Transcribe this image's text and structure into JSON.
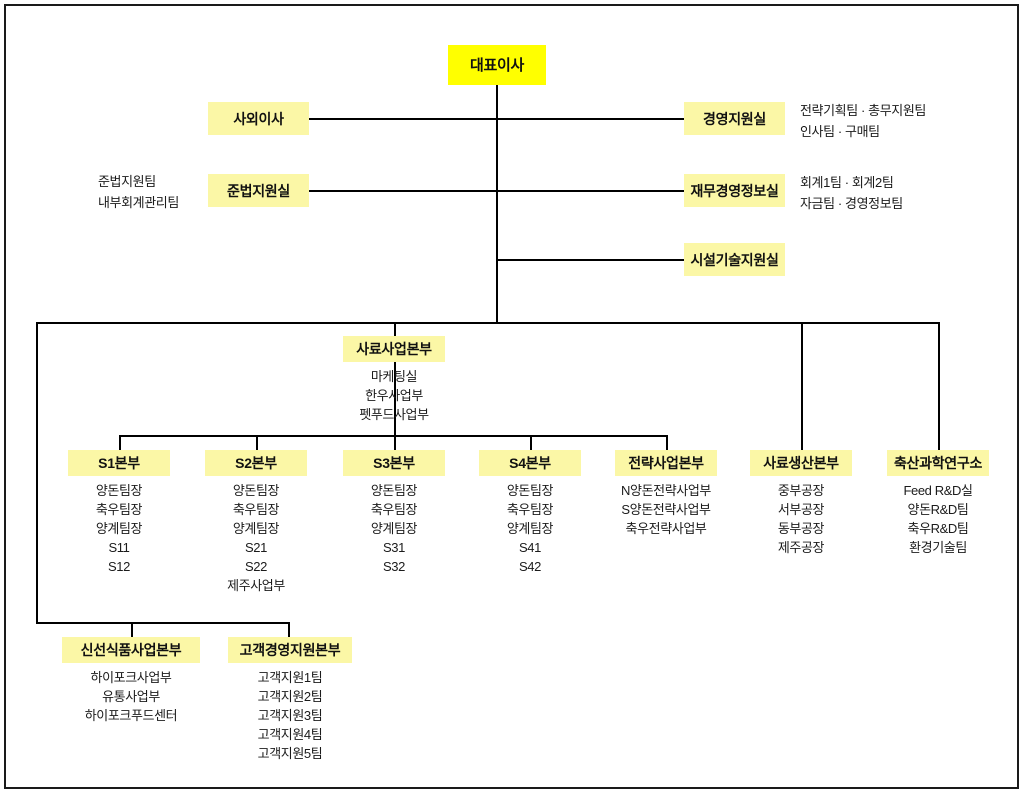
{
  "chart_title": "",
  "colors": {
    "root_fill": "#ffff00",
    "unit_fill": "#fbf7a6",
    "line": "#000000",
    "text": "#111111",
    "border": "#1a1a1a"
  },
  "root": {
    "label": "대표이사"
  },
  "left_units": [
    {
      "label": "사외이사",
      "note": ""
    },
    {
      "label": "준법지원실",
      "note_lines": [
        "준법지원팀",
        "내부회계관리팀"
      ]
    }
  ],
  "right_units": [
    {
      "label": "경영지원실",
      "note_lines": [
        "전략기획팀 · 총무지원팀",
        "인사팀 · 구매팀"
      ]
    },
    {
      "label": "재무경영정보실",
      "note_lines": [
        "회계1팀 · 회계2팀",
        "자금팀 · 경영정보팀"
      ]
    },
    {
      "label": "시설기술지원실",
      "note_lines": []
    }
  ],
  "feed_division": {
    "label": "사료사업본부",
    "items": [
      "마케팅실",
      "한우사업부",
      "펫푸드사업부"
    ]
  },
  "divisions": [
    {
      "label": "S1본부",
      "items": [
        "양돈팀장",
        "축우팀장",
        "양계팀장",
        "S11",
        "S12"
      ]
    },
    {
      "label": "S2본부",
      "items": [
        "양돈팀장",
        "축우팀장",
        "양계팀장",
        "S21",
        "S22",
        "제주사업부"
      ]
    },
    {
      "label": "S3본부",
      "items": [
        "양돈팀장",
        "축우팀장",
        "양계팀장",
        "S31",
        "S32"
      ]
    },
    {
      "label": "S4본부",
      "items": [
        "양돈팀장",
        "축우팀장",
        "양계팀장",
        "S41",
        "S42"
      ]
    },
    {
      "label": "전략사업본부",
      "items": [
        "N양돈전략사업부",
        "S양돈전략사업부",
        "축우전략사업부"
      ]
    },
    {
      "label": "사료생산본부",
      "items": [
        "중부공장",
        "서부공장",
        "동부공장",
        "제주공장"
      ]
    },
    {
      "label": "축산과학연구소",
      "items": [
        "Feed R&D실",
        "양돈R&D팀",
        "축우R&D팀",
        "환경기술팀"
      ]
    }
  ],
  "bottom_divisions": [
    {
      "label": "신선식품사업본부",
      "items": [
        "하이포크사업부",
        "유통사업부",
        "하이포크푸드센터"
      ]
    },
    {
      "label": "고객경영지원본부",
      "items": [
        "고객지원1팀",
        "고객지원2팀",
        "고객지원3팀",
        "고객지원4팀",
        "고객지원5팀"
      ]
    }
  ]
}
